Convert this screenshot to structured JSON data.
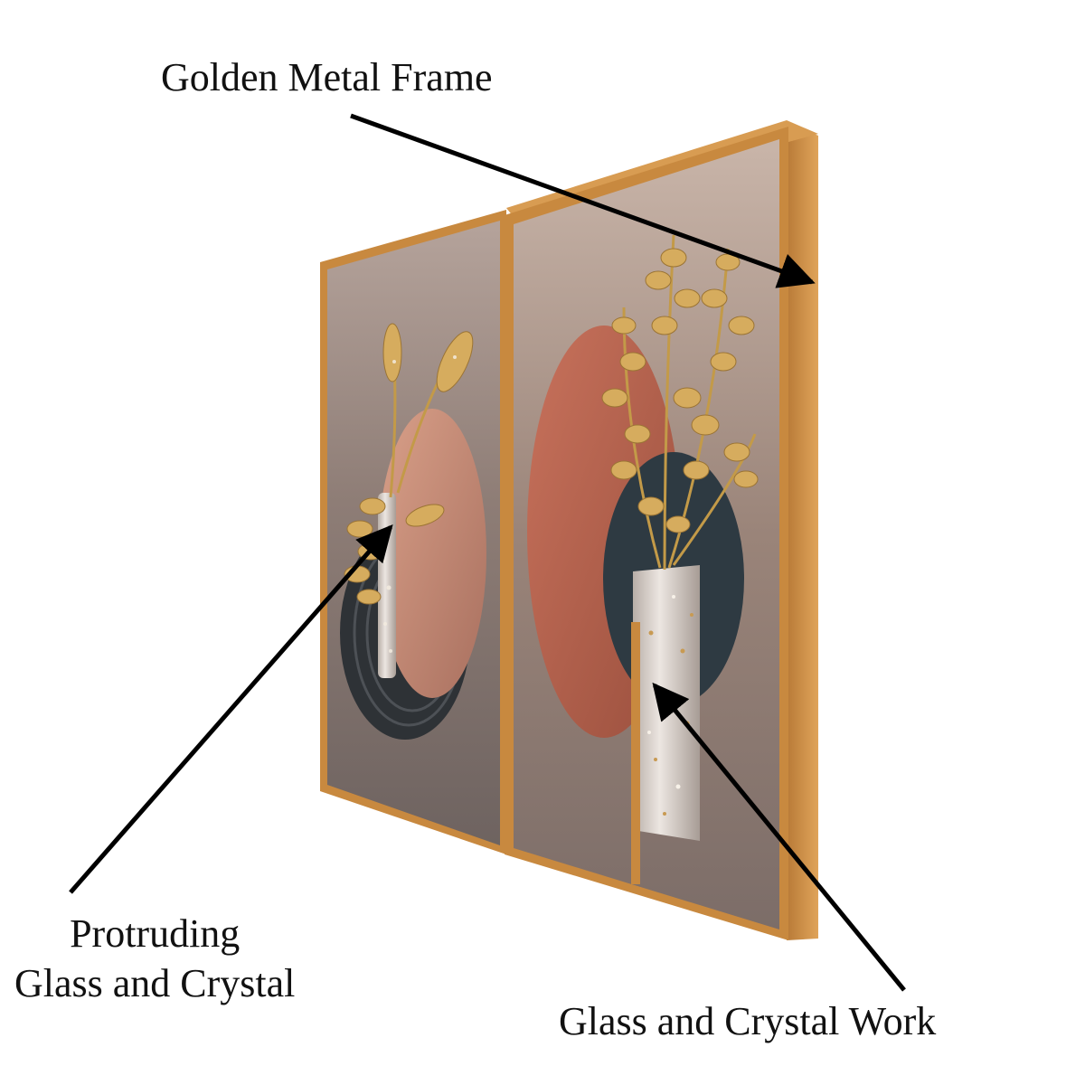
{
  "annotations": {
    "frame_label": "Golden Metal Frame",
    "protruding_line1": "Protruding",
    "protruding_line2": "Glass and Crystal",
    "work_label": "Glass and Crystal Work"
  },
  "colors": {
    "frame_gold": "#c8893f",
    "frame_edge": "#a86a2c",
    "background_warm": "#8a7369",
    "disc_rose": "#c8866e",
    "disc_terracotta": "#b9634f",
    "disc_slate": "#2e3a42",
    "vase_silver": "#d9d2cc",
    "leaf_gold": "#d6ac5e",
    "arrow": "#000000"
  },
  "icons": [
    "arrow-pointer-icon"
  ]
}
